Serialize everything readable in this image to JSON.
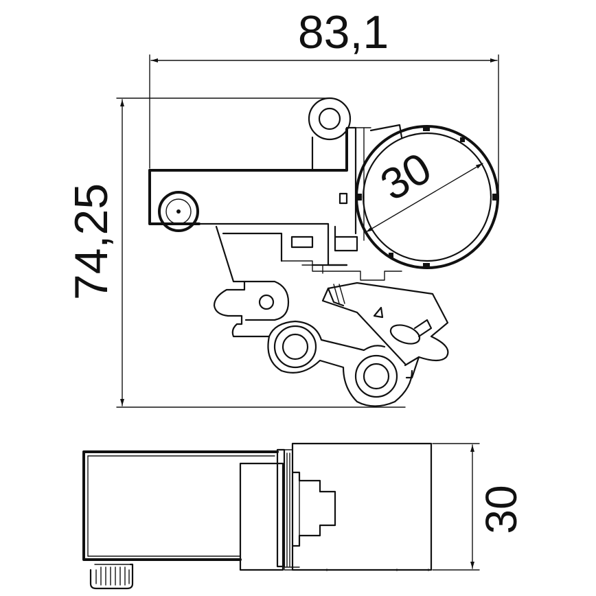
{
  "dimensions": {
    "overall_width": "83,1",
    "overall_height": "74,25",
    "circle_diameter": "30",
    "side_view_depth": "30"
  },
  "colors": {
    "line": "#111111",
    "background": "#ffffff"
  }
}
